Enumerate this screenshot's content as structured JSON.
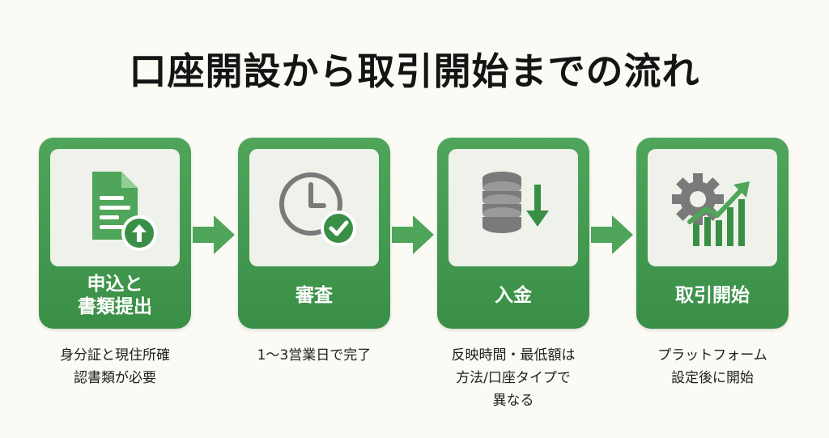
{
  "title": "口座開設から取引開始までの流れ",
  "colors": {
    "green": "#4fa55a",
    "green_dark": "#3a8f47",
    "icon_gray": "#7a7a7a",
    "panel_bg": "#eef2ea"
  },
  "steps": [
    {
      "label": "申込と\n書類提出",
      "icon": "document-upload-icon",
      "caption": "身分証と現住所確\n認書類が必要"
    },
    {
      "label": "審査",
      "icon": "clock-check-icon",
      "caption": "1〜3営業日で完了"
    },
    {
      "label": "入金",
      "icon": "coin-deposit-icon",
      "caption": "反映時間・最低額は\n方法/口座タイプで\n異なる"
    },
    {
      "label": "取引開始",
      "icon": "gear-chart-icon",
      "caption": "プラットフォーム\n設定後に開始"
    }
  ]
}
